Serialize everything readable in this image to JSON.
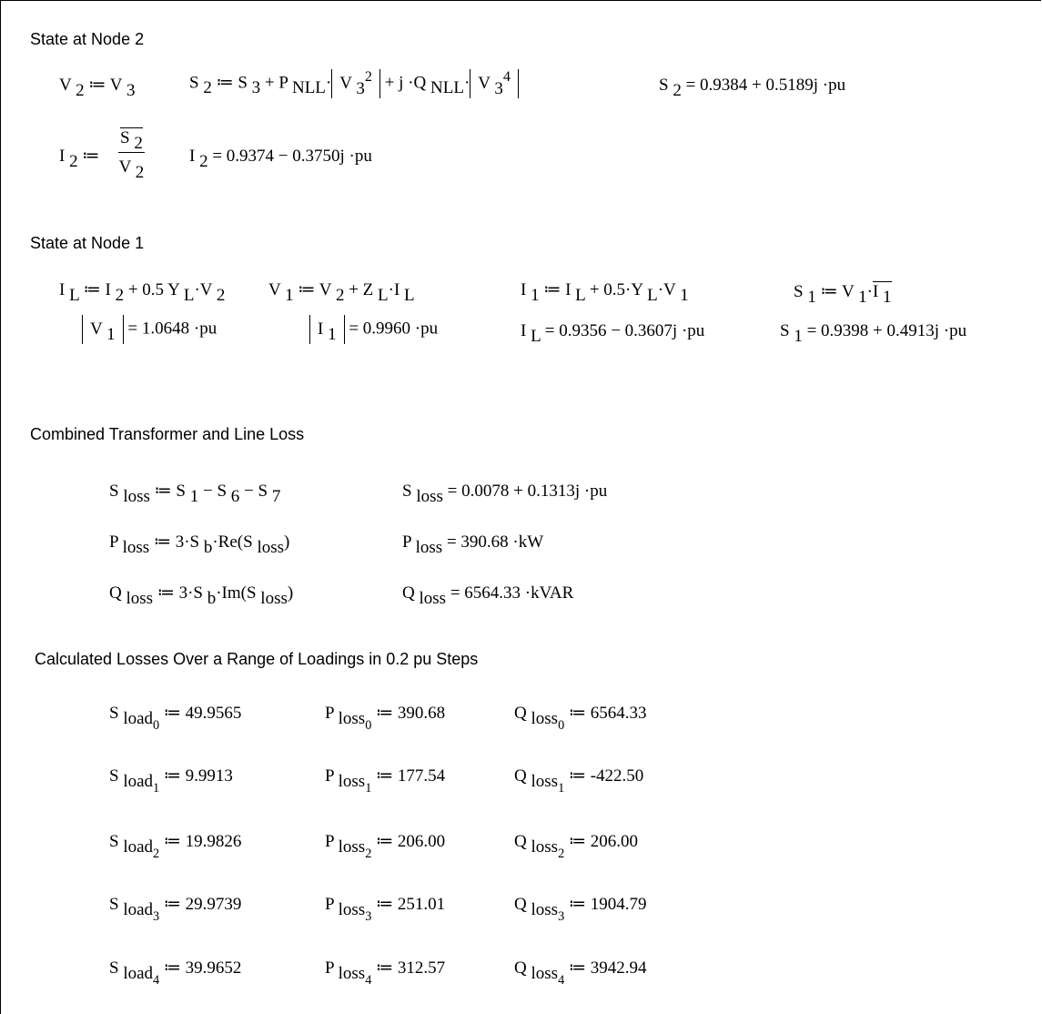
{
  "sections": {
    "node2": "State at Node 2",
    "node1": "State at Node 1",
    "combined": "Combined Transformer and Line Loss",
    "range": "Calculated Losses Over a Range of Loadings in 0.2 pu Steps"
  },
  "node2": {
    "v2_value": "0.9384 + 0.5189j",
    "i2_value": "0.9374 − 0.3750j",
    "unit": "pu"
  },
  "node1": {
    "coef": "0.5",
    "v1_mag": "1.0648",
    "i1_mag": "0.9960",
    "il_value": "0.9356 − 0.3607j",
    "s1_value": "0.9398 + 0.4913j",
    "unit": "pu"
  },
  "combined": {
    "s_loss_value": "0.0078 + 0.1313j",
    "p_loss_value": "390.68",
    "q_loss_value": "6564.33",
    "unit_pu": "pu",
    "unit_kw": "kW",
    "unit_kvar": "kVAR"
  },
  "loadings": [
    {
      "s": "49.9565",
      "p": "390.68",
      "q": "6564.33"
    },
    {
      "s": "9.9913",
      "p": "177.54",
      "q": "-422.50"
    },
    {
      "s": "19.9826",
      "p": "206.00",
      "q": "206.00"
    },
    {
      "s": "29.9739",
      "p": "251.01",
      "q": "1904.79"
    },
    {
      "s": "39.9652",
      "p": "312.57",
      "q": "3942.94"
    }
  ]
}
